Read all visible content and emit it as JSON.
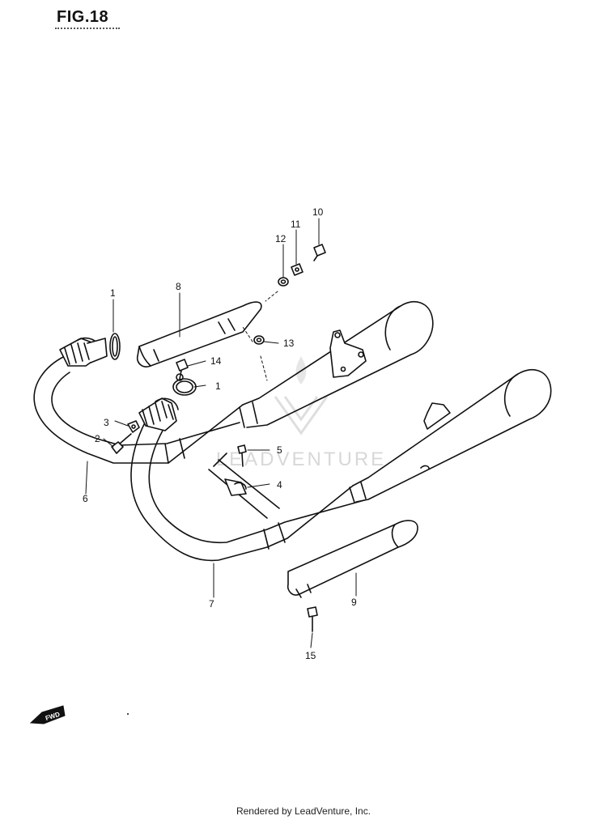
{
  "figure": {
    "title": "FIG.18"
  },
  "watermark": {
    "text": "LEADVENTURE"
  },
  "direction_marker": {
    "text": "FWD",
    "icon": "forward-arrow-icon"
  },
  "callouts": [
    {
      "id": "c1a",
      "label": "1"
    },
    {
      "id": "c1b",
      "label": "1"
    },
    {
      "id": "c2",
      "label": "2"
    },
    {
      "id": "c3",
      "label": "3"
    },
    {
      "id": "c4",
      "label": "4"
    },
    {
      "id": "c5",
      "label": "5"
    },
    {
      "id": "c6",
      "label": "6"
    },
    {
      "id": "c7",
      "label": "7"
    },
    {
      "id": "c8",
      "label": "8"
    },
    {
      "id": "c9",
      "label": "9"
    },
    {
      "id": "c10",
      "label": "10"
    },
    {
      "id": "c11",
      "label": "11"
    },
    {
      "id": "c12",
      "label": "12"
    },
    {
      "id": "c13",
      "label": "13"
    },
    {
      "id": "c14",
      "label": "14"
    },
    {
      "id": "c15",
      "label": "15"
    }
  ],
  "footer": {
    "text": "Rendered by LeadVenture, Inc."
  },
  "colors": {
    "line": "#111111",
    "watermark": "#d8d8d8",
    "background": "#ffffff"
  }
}
